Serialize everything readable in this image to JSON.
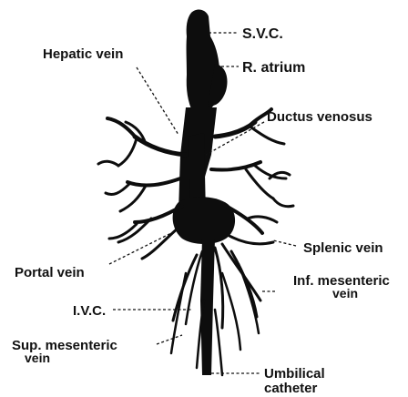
{
  "labels": {
    "svc": "S.V.C.",
    "hepatic_vein": "Hepatic vein",
    "r_atrium": "R. atrium",
    "ductus_venosus": "Ductus venosus",
    "splenic_vein": "Splenic vein",
    "portal_vein": "Portal vein",
    "inf_mesenteric_line1": "Inf. mesenteric",
    "inf_mesenteric_line2": "vein",
    "ivc": "I.V.C.",
    "sup_mesenteric_line1": "Sup. mesenteric",
    "sup_mesenteric_line2": "vein",
    "umbilical_line1": "Umbilical",
    "umbilical_line2": "catheter"
  },
  "colors": {
    "ink": "#0d0d0d",
    "background": "#ffffff"
  }
}
